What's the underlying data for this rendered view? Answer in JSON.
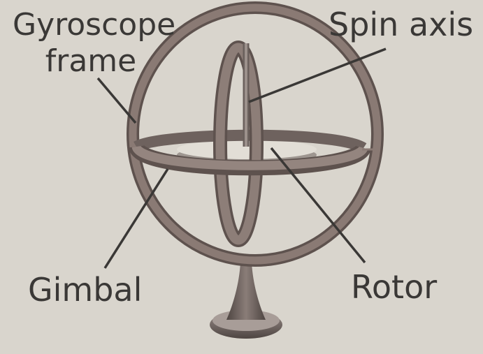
{
  "labels": {
    "gyroscope_frame_line1": "Gyroscope",
    "gyroscope_frame_line2": "frame",
    "spin_axis": "Spin axis",
    "gimbal": "Gimbal",
    "rotor": "Rotor"
  },
  "colors": {
    "background": "#d9d5cd",
    "ring": "#8a7a74",
    "ring_dark": "#5e524e",
    "rotor": "#dedad2",
    "stand": "#6b605c",
    "text": "#3a3836"
  }
}
